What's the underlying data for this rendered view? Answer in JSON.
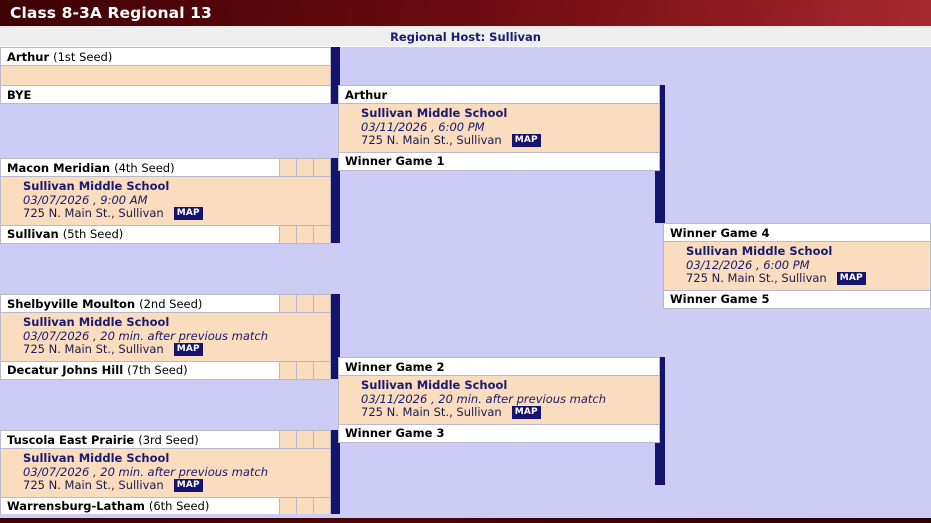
{
  "header": {
    "title": "Class 8-3A Regional 13",
    "host_label": "Regional Host: Sullivan"
  },
  "colors": {
    "title_bar": "#4d0408",
    "host_bar": "#efefef",
    "host_text": "#1a1a6e",
    "background": "#ccccf5",
    "detail_bg": "#fadcbe",
    "team_bg": "#ffffff",
    "connector": "#14146e",
    "map_badge_bg": "#14146e"
  },
  "icons": {
    "map_badge_label": "MAP"
  },
  "venue": {
    "name": "Sullivan Middle School",
    "address": "725 N. Main St., Sullivan"
  },
  "games": [
    {
      "id": "game-bye",
      "top": {
        "name": "Arthur",
        "seed": "(1st Seed)"
      },
      "bottom": {
        "name": "BYE",
        "seed": ""
      },
      "detail": null,
      "scores": false
    },
    {
      "id": "game-1",
      "top": {
        "name": "Macon Meridian",
        "seed": "(4th Seed)"
      },
      "bottom": {
        "name": "Sullivan",
        "seed": "(5th Seed)"
      },
      "detail": {
        "venue": "Sullivan Middle School",
        "when": "03/07/2026 , 9:00 AM",
        "address": "725 N. Main St., Sullivan",
        "map": "MAP"
      },
      "scores": true
    },
    {
      "id": "game-2",
      "top": {
        "name": "Shelbyville Moulton",
        "seed": "(2nd Seed)"
      },
      "bottom": {
        "name": "Decatur Johns Hill",
        "seed": "(7th Seed)"
      },
      "detail": {
        "venue": "Sullivan Middle School",
        "when": "03/07/2026 , 20 min. after previous match",
        "address": "725 N. Main St., Sullivan",
        "map": "MAP"
      },
      "scores": true
    },
    {
      "id": "game-3",
      "top": {
        "name": "Tuscola East Prairie",
        "seed": "(3rd Seed)"
      },
      "bottom": {
        "name": "Warrensburg-Latham",
        "seed": "(6th Seed)"
      },
      "detail": {
        "venue": "Sullivan Middle School",
        "when": "03/07/2026 , 20 min. after previous match",
        "address": "725 N. Main St., Sullivan",
        "map": "MAP"
      },
      "scores": true
    },
    {
      "id": "game-4",
      "top": {
        "name": "Arthur",
        "seed": ""
      },
      "bottom": {
        "name": "Winner Game 1",
        "seed": ""
      },
      "detail": {
        "venue": "Sullivan Middle School",
        "when": "03/11/2026 , 6:00 PM",
        "address": "725 N. Main St., Sullivan",
        "map": "MAP"
      },
      "scores": false
    },
    {
      "id": "game-5",
      "top": {
        "name": "Winner Game 2",
        "seed": ""
      },
      "bottom": {
        "name": "Winner Game 3",
        "seed": ""
      },
      "detail": {
        "venue": "Sullivan Middle School",
        "when": "03/11/2026 , 20 min. after previous match",
        "address": "725 N. Main St., Sullivan",
        "map": "MAP"
      },
      "scores": false
    },
    {
      "id": "game-final",
      "top": {
        "name": "Winner Game 4",
        "seed": ""
      },
      "bottom": {
        "name": "Winner Game 5",
        "seed": ""
      },
      "detail": {
        "venue": "Sullivan Middle School",
        "when": "03/12/2026 , 6:00 PM",
        "address": "725 N. Main St., Sullivan",
        "map": "MAP"
      },
      "scores": false
    }
  ]
}
